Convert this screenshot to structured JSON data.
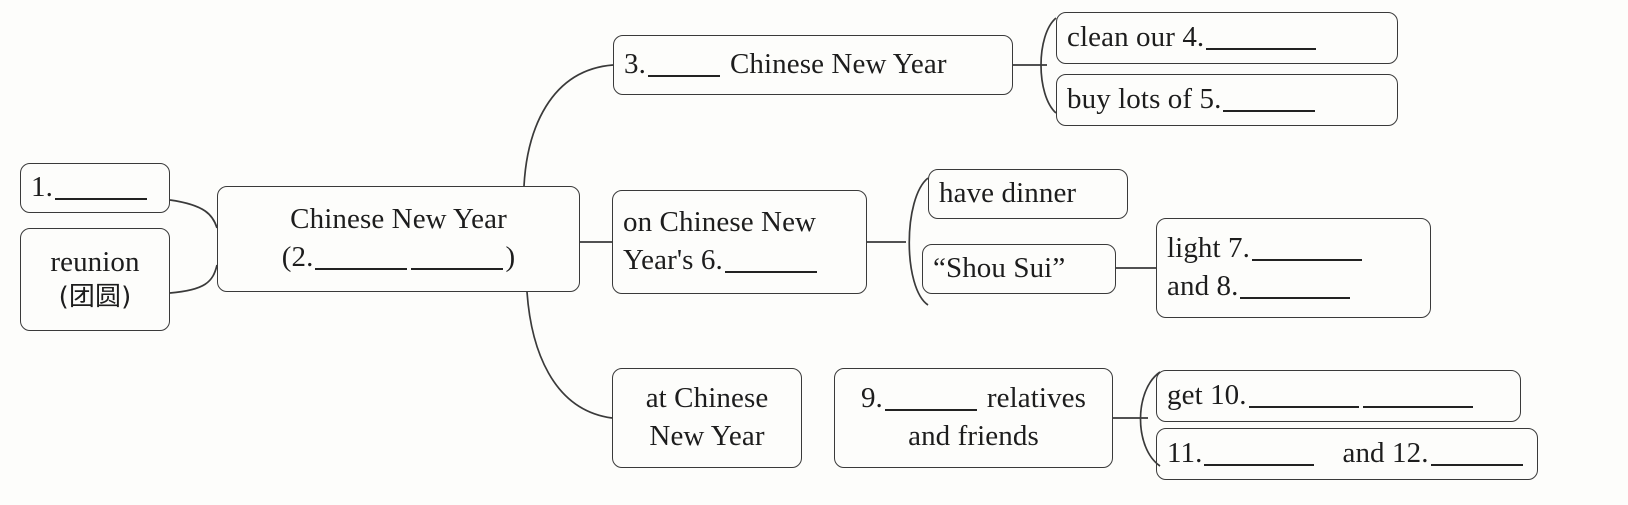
{
  "diagram": {
    "type": "mind-map",
    "title": "Chinese New Year mind map (fill-in-the-blank)",
    "stroke_color": "#3a3a3a",
    "text_color": "#1d1d1d",
    "background_color": "#fdfdfb"
  },
  "nodes": {
    "item1": {
      "number": "1.",
      "blank": "________"
    },
    "reunion": {
      "line1": "reunion",
      "line2": "(团圆)"
    },
    "center": {
      "line1": "Chinese New Year",
      "line2_prefix": "(2.",
      "line2_suffix": ")"
    },
    "branch_before": {
      "number": "3.",
      "text": "Chinese New Year"
    },
    "clean": {
      "text": "clean our 4."
    },
    "buy": {
      "text": "buy lots of 5."
    },
    "branch_eve": {
      "line1": "on Chinese New",
      "line2": "Year's 6."
    },
    "have_dinner": {
      "text": "have dinner"
    },
    "shou_sui": {
      "text": "“Shou Sui”"
    },
    "light": {
      "line1": "light 7.",
      "line2": "and  8."
    },
    "branch_at": {
      "line1": "at Chinese",
      "line2": "New Year"
    },
    "visit": {
      "line1_number": "9.",
      "line1_text": "relatives",
      "line2": "and friends"
    },
    "get10": {
      "text": "get 10."
    },
    "item11": {
      "number": "11.",
      "middle": "and 12."
    }
  }
}
